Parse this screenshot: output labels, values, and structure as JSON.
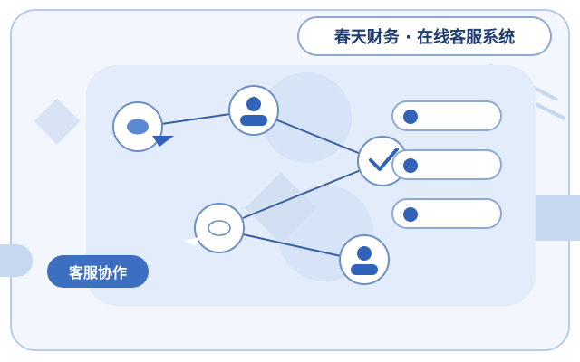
{
  "title": "春天财务 · 在线客服系统",
  "label": "客服协作",
  "colors": {
    "accent": "#3c6fc0",
    "line": "#3a5f9e",
    "node_border": "#6d8fc4",
    "frame_border": "#b9cce6",
    "background": "#f3f7fd"
  },
  "nodes": [
    {
      "name": "chat-bubble-icon",
      "kind": "bubble-filled"
    },
    {
      "name": "agent-icon-top",
      "kind": "person"
    },
    {
      "name": "check-icon",
      "kind": "check"
    },
    {
      "name": "chat-bubble-outline-icon",
      "kind": "bubble-outline"
    },
    {
      "name": "agent-icon-bottom",
      "kind": "person"
    }
  ],
  "list_items": [
    {
      "name": "list-item-1"
    },
    {
      "name": "list-item-2"
    },
    {
      "name": "list-item-3"
    }
  ]
}
